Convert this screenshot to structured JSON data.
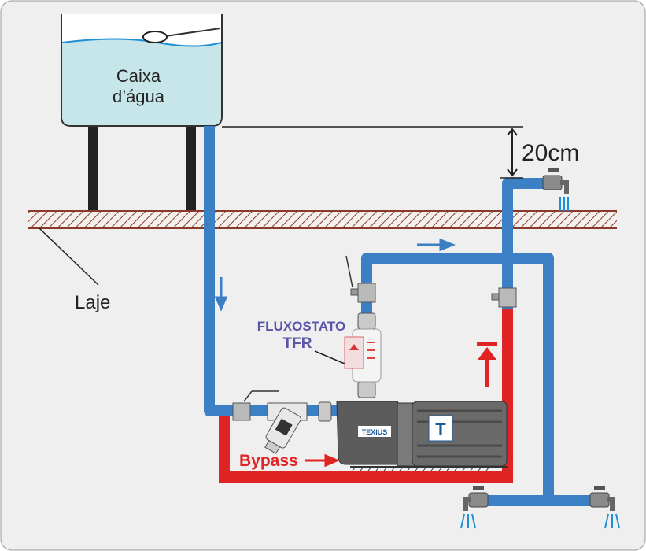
{
  "tank": {
    "label_line1": "Caixa",
    "label_line2": "d’água"
  },
  "slab": {
    "label": "Laje"
  },
  "dimension": {
    "label": "20cm"
  },
  "flow_switch": {
    "label_line1": "FLUXOSTATO",
    "label_line2": "TFR"
  },
  "pump": {
    "brand": "TEXIUS"
  },
  "bypass": {
    "label": "Bypass"
  },
  "colors": {
    "cold_pipe": "#3b7fc4",
    "bypass_pipe": "#e02424",
    "water": "#c6e6ea",
    "label_purple": "#5b55a8",
    "pump_body": "#5c5c5c"
  }
}
